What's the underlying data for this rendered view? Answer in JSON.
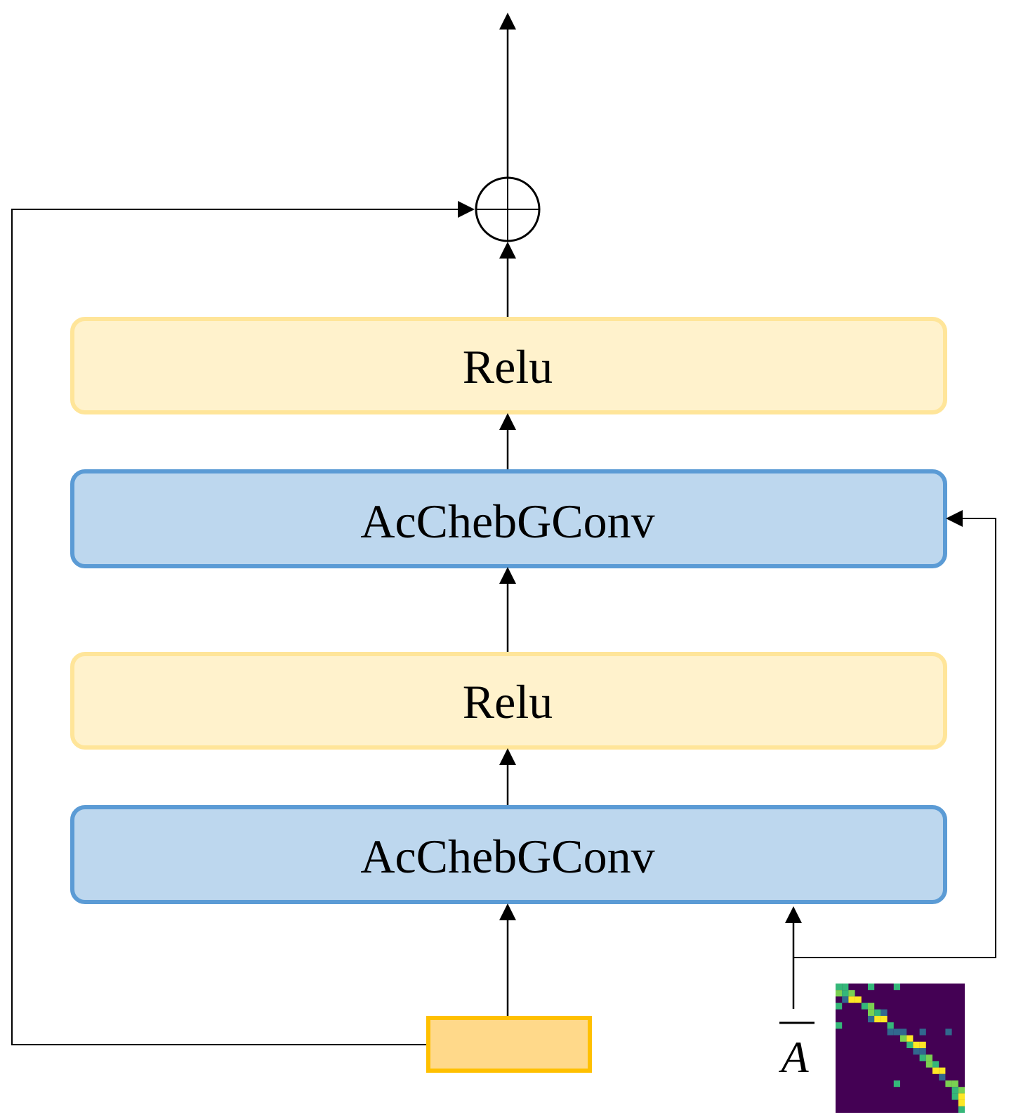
{
  "diagram": {
    "blocks": [
      {
        "id": "relu-top",
        "label": "Relu",
        "kind": "activation"
      },
      {
        "id": "conv-top",
        "label": "AcChebGConv",
        "kind": "graph-conv"
      },
      {
        "id": "relu-bottom",
        "label": "Relu",
        "kind": "activation"
      },
      {
        "id": "conv-bottom",
        "label": "AcChebGConv",
        "kind": "graph-conv"
      }
    ],
    "input": {
      "kind": "input-feature",
      "label": ""
    },
    "adjacency": {
      "symbol": "A",
      "decoration": "overline",
      "matrix_size": 20
    },
    "sum_node": {
      "operation": "add"
    }
  },
  "colors": {
    "activation_fill": "#FFF2CC",
    "activation_border": "#FFE599",
    "conv_fill": "#BDD7EE",
    "conv_border": "#5B9BD5",
    "input_fill": "#FFD98A",
    "input_border": "#FFC000",
    "matrix_background": "#440154",
    "matrix_weak": "#31688E",
    "matrix_mid": "#35B779",
    "matrix_strong": "#7AD151",
    "matrix_max": "#FDE725",
    "line": "#000000"
  }
}
